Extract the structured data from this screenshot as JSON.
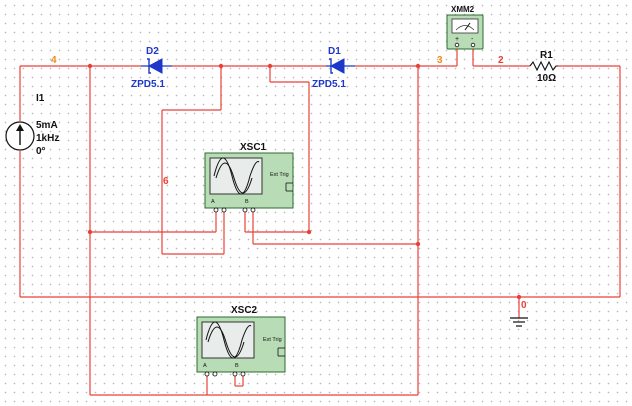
{
  "components": {
    "current_source": {
      "ref": "I1",
      "amplitude": "5mA",
      "frequency": "1kHz",
      "phase": "0°"
    },
    "diode_d2": {
      "ref": "D2",
      "model": "ZPD5.1"
    },
    "diode_d1": {
      "ref": "D1",
      "model": "ZPD5.1"
    },
    "resistor_r1": {
      "ref": "R1",
      "value": "10Ω"
    },
    "multimeter": {
      "ref": "XMM2",
      "plus": "+",
      "minus": "-"
    },
    "scope1": {
      "ref": "XSC1",
      "ext_trig": "Ext Trig",
      "ch_a": "A",
      "ch_b": "B"
    },
    "scope2": {
      "ref": "XSC2",
      "ext_trig": "Ext Trig",
      "ch_a": "A",
      "ch_b": "B"
    }
  },
  "nets": {
    "n4": "4",
    "n3": "3",
    "n2": "2",
    "n6": "6",
    "n0": "0"
  },
  "colors": {
    "wire": "#e8413a",
    "net_label_orange": "#f08a16",
    "component_blue": "#1d38c8",
    "instrument_green": "#b8dcb5"
  }
}
